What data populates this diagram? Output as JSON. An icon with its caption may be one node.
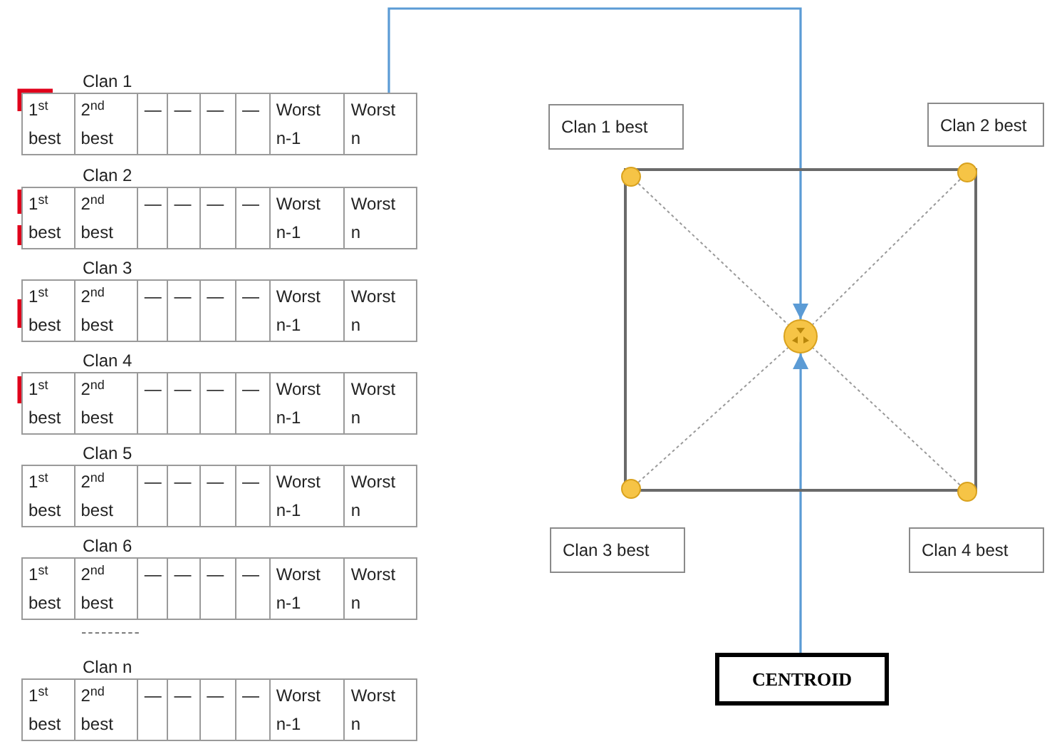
{
  "diagram": {
    "nodes": [
      {
        "text": [
          "Clan 1",
          "1$^{st}$ best",
          "2$^{nd}$ best",
          "—",
          "—",
          "—",
          "—",
          "Worst n-1",
          "Worst n"
        ]
      },
      {
        "text": [
          "Clan 2",
          "1$^{st}$ best",
          "2$^{nd}$ best",
          "—",
          "—",
          "—",
          "—",
          "Worst n-1",
          "Worst n"
        ]
      },
      {
        "text": [
          "Clan 3",
          "1$^{st}$ best",
          "2$^{nd}$ best",
          "—",
          "—",
          "—",
          "—",
          "Worst n-1",
          "Worst n"
        ]
      },
      {
        "text": [
          "Clan 4",
          "1$^{st}$ best",
          "2$^{nd}$ best",
          "—",
          "—",
          "—",
          "—",
          "Worst n-1",
          "Worst n"
        ]
      },
      {
        "text": [
          "Clan 5",
          "1$^{st}$ best",
          "2$^{nd}$ best",
          "—",
          "—",
          "—",
          "—",
          "Worst n-1",
          "Worst n"
        ]
      },
      {
        "text": [
          "Clan 6",
          "1$^{st}$ best",
          "2$^{nd}$ best",
          "—",
          "—",
          "—",
          "—",
          "Worst n-1",
          "Worst n"
        ]
      },
      {
        "text": [
          "Clan n",
          "1$^{st}$ best",
          "2$^{nd}$ best",
          "—",
          "—",
          "—",
          "—",
          "Worst n-1",
          "Worst n"
        ]
      },
      {
        "text": [
          "Clan 1 best"
        ]
      },
      {
        "text": [
          "Clan 2 best"
        ]
      },
      {
        "text": [],
        "shape": "box"
      },
      {
        "text": [],
        "shape": "circle"
      },
      {
        "text": [],
        "shape": "circle"
      },
      {
        "text": [],
        "shape": "circle",
        "in": 9
      },
      {
        "text": [],
        "shape": "circle"
      },
      {
        "text": [],
        "shape": "circle"
      },
      {
        "text": [
          "Clan 3 best"
        ]
      },
      {
        "text": [
          "Clan 4 best"
        ]
      },
      {
        "text": [
          "CENTROID"
        ]
      }
    ],
    "edges": [
      {
        "from": 0,
        "to": 12,
        "arrow": "to",
        "color": "#5b9bd5"
      },
      {
        "from": 10,
        "to": 12,
        "arrow": "none",
        "style": "dashed"
      },
      {
        "from": 11,
        "to": 12,
        "arrow": "none",
        "style": "dashed"
      },
      {
        "from": 13,
        "to": 12,
        "arrow": "none",
        "style": "dashed"
      },
      {
        "from": 14,
        "to": 12,
        "arrow": "none",
        "style": "dashed"
      },
      {
        "from": 17,
        "to": 12,
        "arrow": "to",
        "color": "#5b9bd5"
      }
    ],
    "labels": [
      "---------"
    ]
  }
}
